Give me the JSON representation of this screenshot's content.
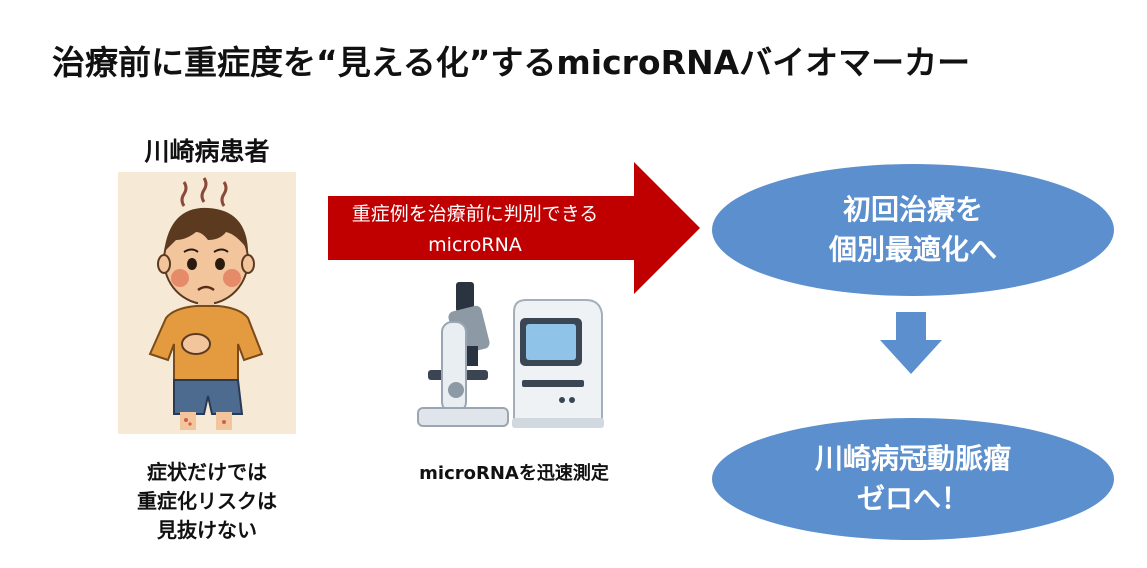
{
  "title": "治療前に重症度を“見える化”するmicroRNAバイオマーカー",
  "patient": {
    "label": "川崎病患者",
    "caption_lines": [
      "症状だけでは",
      "重症化リスクは",
      "見抜けない"
    ]
  },
  "arrow": {
    "text_lines": [
      "重症例を治療前に判別できる",
      "microRNA"
    ],
    "color": "#c00000"
  },
  "equipment": {
    "caption": "microRNAを迅速測定"
  },
  "outcomes": {
    "top_lines": [
      "初回治療を",
      "個別最適化へ"
    ],
    "bottom_lines": [
      "川崎病冠動脈瘤",
      "ゼロへ！"
    ],
    "color": "#5b8fce"
  },
  "icons": [
    "patient-illustration",
    "microscope-icon",
    "analyzer-icon",
    "down-arrow-icon"
  ]
}
